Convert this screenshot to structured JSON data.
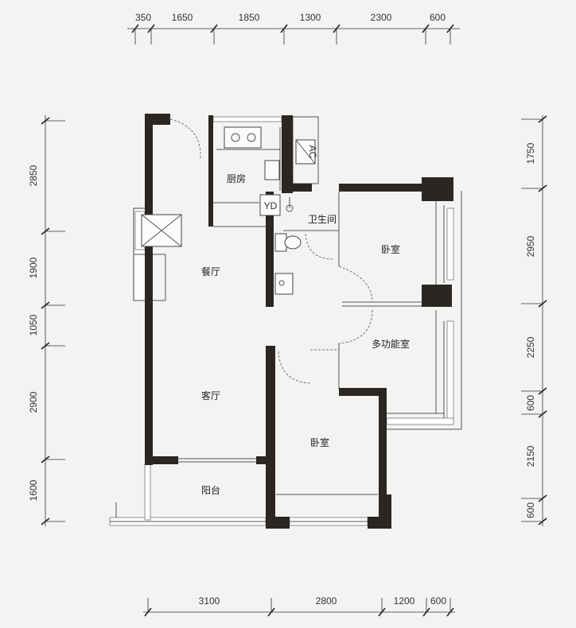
{
  "dimensions": {
    "top": [
      "350",
      "1650",
      "1850",
      "1300",
      "2300",
      "600"
    ],
    "bottom": [
      "3100",
      "2800",
      "1200",
      "600"
    ],
    "left": [
      "2850",
      "1900",
      "1050",
      "2900",
      "1600"
    ],
    "right": [
      "1750",
      "2950",
      "2250",
      "600",
      "2150",
      "600"
    ]
  },
  "rooms": {
    "kitchen": "厨房",
    "bathroom": "卫生间",
    "bedroom_main": "卧室",
    "dining": "餐厅",
    "multi_room": "多功能室",
    "living": "客厅",
    "bedroom_second": "卧室",
    "balcony": "阳台"
  },
  "fixtures": {
    "aircon": "AC",
    "dryer": "YD"
  },
  "colors": {
    "wall": "#2b2523",
    "background": "#f3f3f1"
  }
}
